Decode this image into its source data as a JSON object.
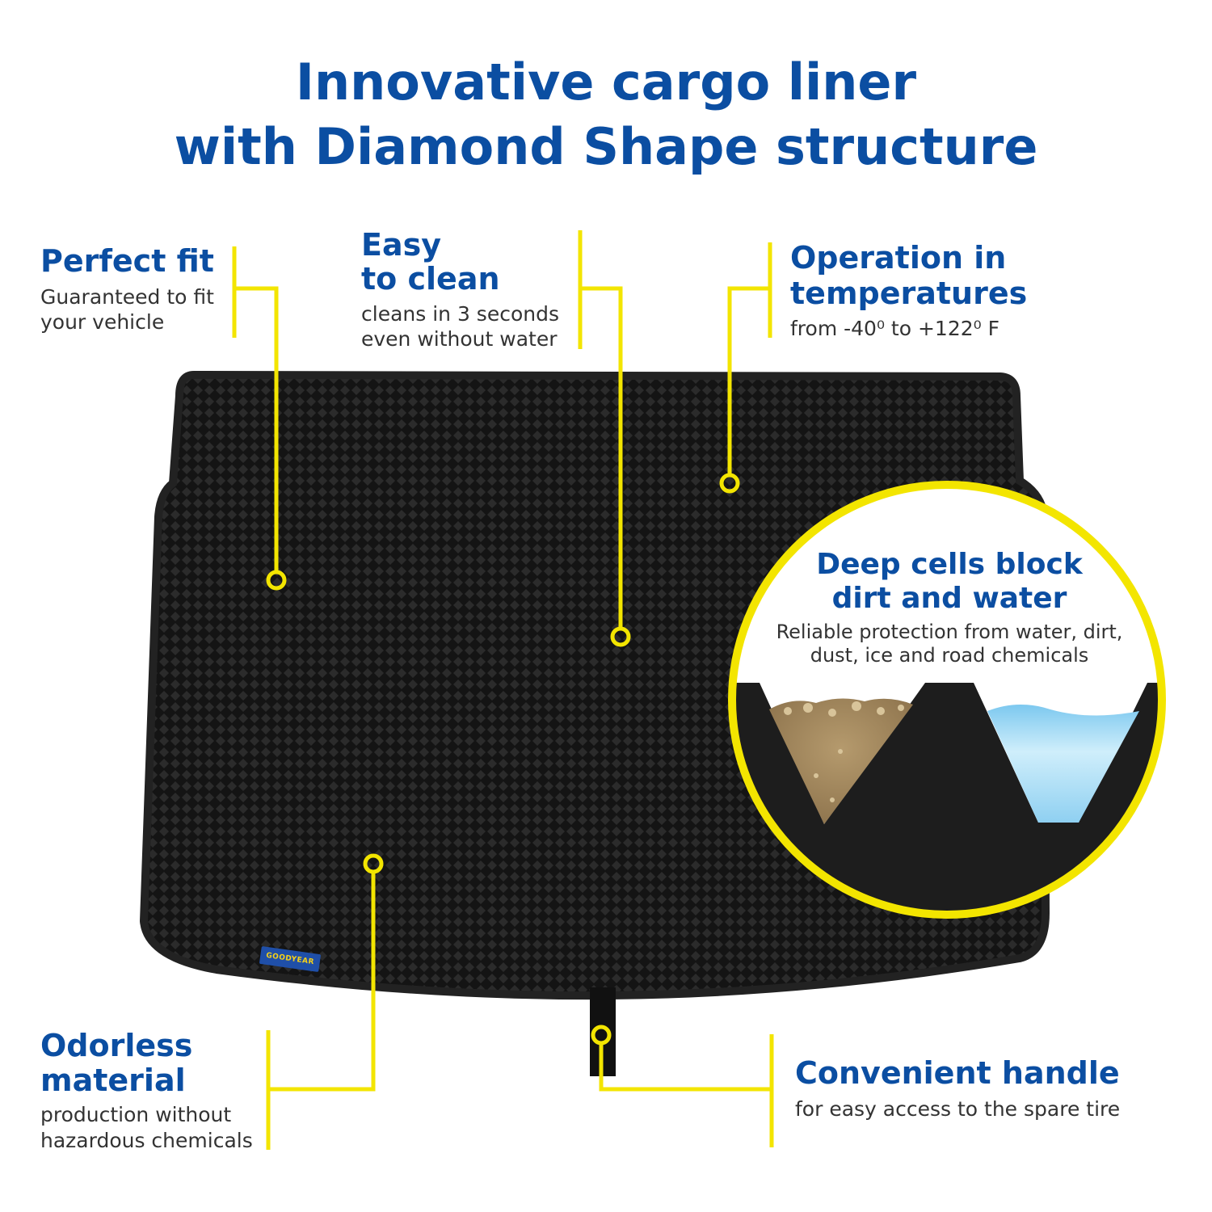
{
  "title": {
    "line1": "Innovative cargo liner",
    "line2": "with Diamond Shape structure"
  },
  "features": {
    "perfect_fit": {
      "heading": "Perfect fit",
      "sub1": "Guaranteed to fit",
      "sub2": "your vehicle"
    },
    "easy_clean": {
      "heading1": "Easy",
      "heading2": "to clean",
      "sub1": "cleans in 3 seconds",
      "sub2": "even without water"
    },
    "temperature": {
      "heading1": "Operation in",
      "heading2": "temperatures",
      "sub": "from -40⁰ to +122⁰ F"
    },
    "odorless": {
      "heading1": "Odorless",
      "heading2": "material",
      "sub1": "production without",
      "sub2": "hazardous chemicals"
    },
    "handle": {
      "heading": "Convenient handle",
      "sub": "for easy access to the spare tire"
    }
  },
  "deep_cells": {
    "heading1": "Deep cells block",
    "heading2": "dirt and water",
    "sub1": "Reliable protection from water, dirt,",
    "sub2": "dust, ice and road chemicals"
  },
  "brand_logo_text": "GOODYEAR",
  "colors": {
    "heading_blue": "#0b4ea2",
    "callout_yellow": "#f3e500",
    "mat_black": "#1c1c1c",
    "logo_blue": "#1f4fa8",
    "logo_yellow": "#f7d117"
  }
}
